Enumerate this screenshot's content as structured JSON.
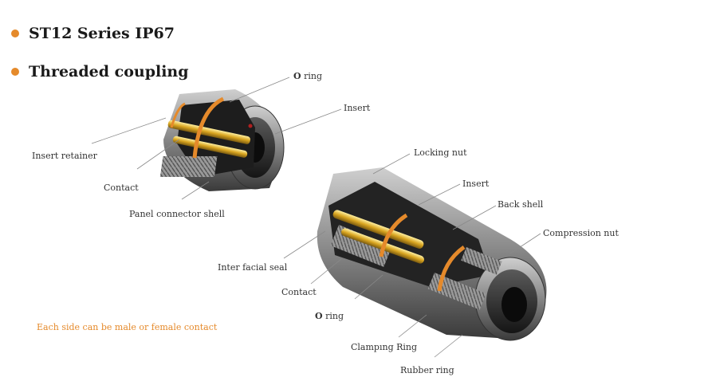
{
  "headings": [
    "ST12 Series IP67",
    "Threaded coupling"
  ],
  "note": "Each side can be male or female contact",
  "panel_labels": {
    "o_ring_bold": "O",
    "o_ring_rest": " ring",
    "insert": "Insert",
    "insert_retainer": "Insert retainer",
    "contact": "Contact",
    "panel_connector_shell": "Panel connector shell"
  },
  "cable_labels": {
    "locking_nut": "Locking nut",
    "insert": "Insert",
    "back_shell": "Back shell",
    "compression_nut": "Compression nut",
    "inter_facial_seal": "Inter facial seal",
    "contact": "Contact",
    "o_ring_bold": "O",
    "o_ring_rest": " ring",
    "clamping_ring": "Clampıng  Ring",
    "rubber_ring": "Rubber ring"
  },
  "colors": {
    "accent": "#e58a2b",
    "metal": "#8a8a8a",
    "dark": "#2a2a2a",
    "gold": "#d9a520"
  }
}
